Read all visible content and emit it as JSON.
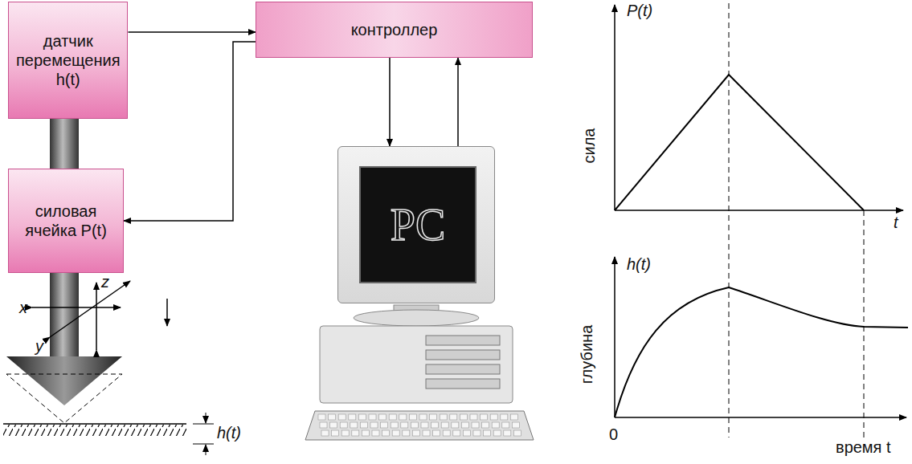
{
  "diagram": {
    "nodes": [
      {
        "text": [
          "датчик перемещения h(t)"
        ]
      },
      {
        "text": [
          "контроллер"
        ]
      },
      {
        "text": [
          "силовая ячейка P(t)"
        ]
      },
      {
        "text": [
          "PC"
        ]
      }
    ],
    "edges": [
      {
        "from": 0,
        "to": 1,
        "arrow": "to"
      },
      {
        "from": 1,
        "to": 2,
        "arrow": "to"
      },
      {
        "from": 1,
        "to": 3,
        "arrow": "to"
      },
      {
        "from": 3,
        "to": 1,
        "arrow": "to"
      }
    ],
    "labels": [
      "x",
      "y",
      "z",
      "h(t)",
      "P(t)",
      "сила",
      "t",
      "h(t)",
      "глубина",
      "0",
      "время t"
    ]
  }
}
